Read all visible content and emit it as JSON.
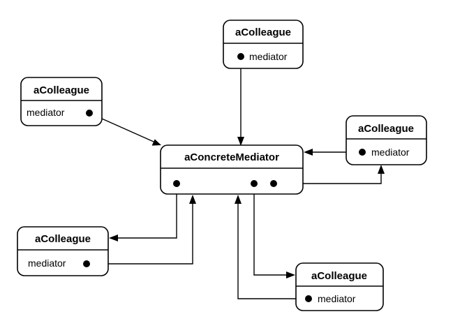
{
  "mediator": {
    "title": "aConcreteMediator"
  },
  "colleagues": [
    {
      "title": "aColleague",
      "attribute": "mediator"
    },
    {
      "title": "aColleague",
      "attribute": "mediator"
    },
    {
      "title": "aColleague",
      "attribute": "mediator"
    },
    {
      "title": "aColleague",
      "attribute": "mediator"
    },
    {
      "title": "aColleague",
      "attribute": "mediator"
    }
  ],
  "colors": {
    "stroke": "#000000",
    "background": "#ffffff"
  }
}
